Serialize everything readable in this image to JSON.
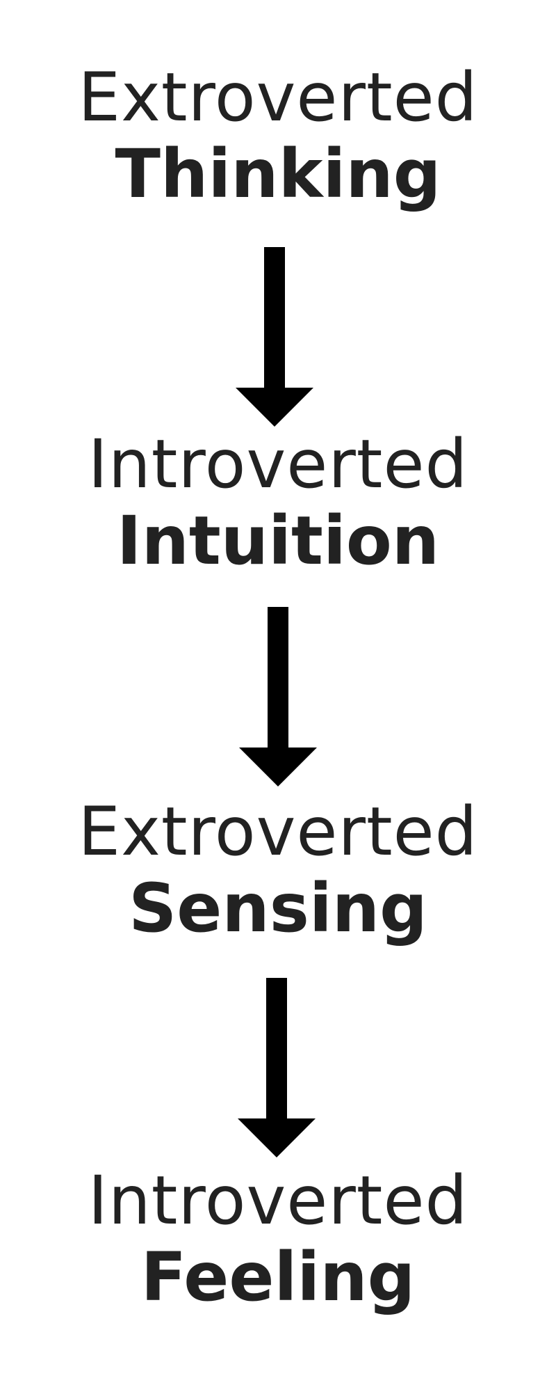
{
  "flow": {
    "steps": [
      {
        "attitude": "Extroverted",
        "function": "Thinking"
      },
      {
        "attitude": "Introverted",
        "function": "Intuition"
      },
      {
        "attitude": "Extroverted",
        "function": "Sensing"
      },
      {
        "attitude": "Introverted",
        "function": "Feeling"
      }
    ]
  },
  "colors": {
    "text": "#222222",
    "arrow": "#000000",
    "background": "#ffffff"
  },
  "icons": {
    "connector": "arrow-down-icon"
  }
}
